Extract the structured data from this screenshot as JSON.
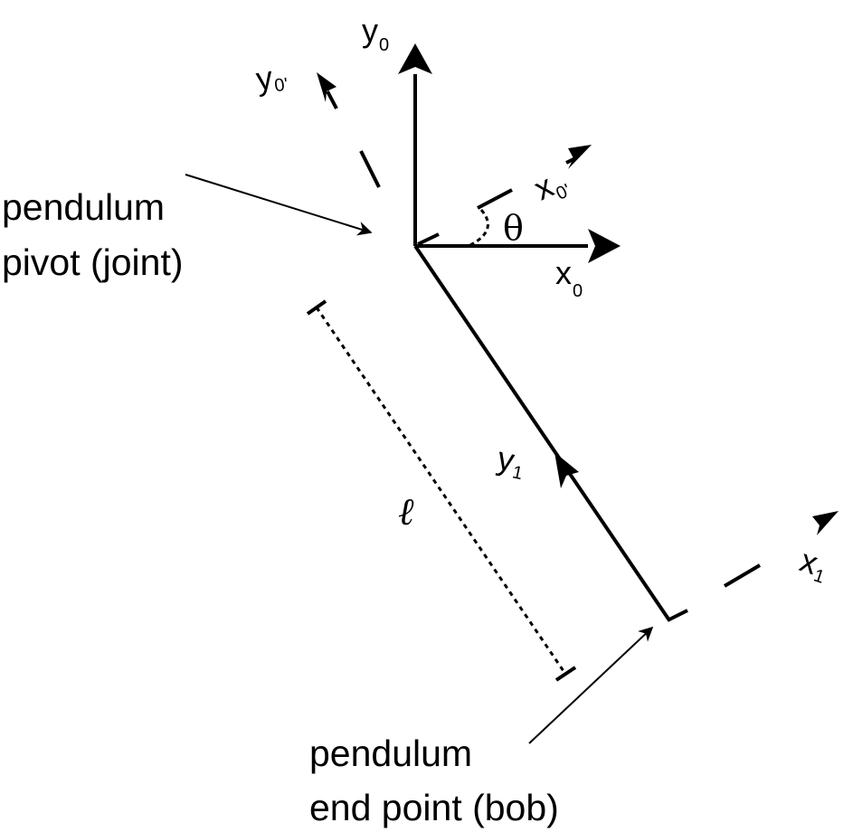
{
  "labels": {
    "pivot_line1": "pendulum",
    "pivot_line2": "pivot (joint)",
    "bob_line1": "pendulum",
    "bob_line2": "end point (bob)",
    "theta": "θ",
    "length": "ℓ"
  },
  "axes": {
    "y0": {
      "main": "y",
      "sub": "0"
    },
    "x0": {
      "main": "x",
      "sub": "0"
    },
    "y0p": {
      "main": "y",
      "sub": "0'"
    },
    "x0p": {
      "main": "x",
      "sub": "0'"
    },
    "y1": {
      "main": "y",
      "sub": "1"
    },
    "x1": {
      "main": "x",
      "sub": "1"
    }
  }
}
